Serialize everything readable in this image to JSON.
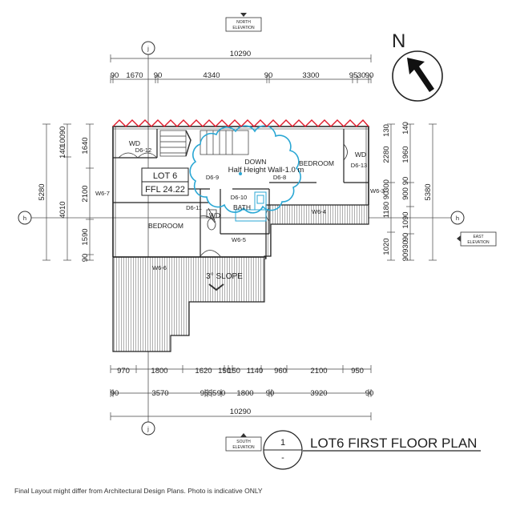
{
  "elevations": {
    "north": [
      "NORTH",
      "ELEVATION"
    ],
    "south": [
      "SOUTH",
      "ELEVATION"
    ],
    "east": [
      "EAST",
      "ELEVATION"
    ]
  },
  "grid": {
    "j": "j",
    "h": "h"
  },
  "north_arrow": "N",
  "dims": {
    "top_total": "10290",
    "top_row": [
      "90",
      "1670",
      "90",
      "4340",
      "90",
      "3300",
      "95",
      "30",
      "90"
    ],
    "left_outer": [
      "5280"
    ],
    "left_mid": [
      "4010"
    ],
    "left_inner": [
      "1640",
      "2100",
      "1590",
      "90"
    ],
    "left_tiny": [
      "90",
      "100",
      "140"
    ],
    "right_outer": [
      "5380"
    ],
    "right_mid": [
      "2280",
      "1180",
      "1020"
    ],
    "right_inner": [
      "1960",
      "900",
      "1090",
      "930"
    ],
    "right_tiny": [
      "130",
      "300",
      "90",
      "90",
      "90",
      "90",
      "140"
    ],
    "bottom_row1": [
      "970",
      "1800",
      "1620",
      "150",
      "150",
      "1140",
      "960",
      "2100",
      "950"
    ],
    "bottom_row2": [
      "90",
      "3570",
      "95",
      "55",
      "90",
      "1800",
      "90",
      "3920",
      "90"
    ],
    "bottom_total": "10290"
  },
  "rooms": {
    "bedroom_left": "BEDROOM",
    "bedroom_right": "BEDROOM",
    "bath": "BATH",
    "wd_top_left": "WD",
    "wd_right": "WD",
    "wd_center": "WD",
    "down": "DOWN",
    "half_wall": "Half Height Wall-1.0 m",
    "slope": "3° SLOPE"
  },
  "tags": {
    "d6_12": "D6-12",
    "d6_13": "D6-13",
    "d6_9": "D6-9",
    "d6_8": "D6-8",
    "d6_10": "D6-10",
    "d6_11": "D6-11",
    "w6_7": "W6-7",
    "w6_3": "W6-3",
    "w6_4": "W6-4",
    "w6_5": "W6-5",
    "w6_6": "W6-6"
  },
  "lot_label": {
    "lot": "LOT 6",
    "ffl": "FFL 24.22"
  },
  "title_block": {
    "number": "1",
    "dash": "-",
    "title": "LOT6 FIRST FLOOR PLAN"
  },
  "footnote": "Final Layout might differ from Architectural Design Plans. Photo is indicative ONLY",
  "colors": {
    "ridge": "#e01a2b",
    "cloud": "#2aa7d4",
    "line": "#222222",
    "hatch": "#9a9a9a"
  }
}
